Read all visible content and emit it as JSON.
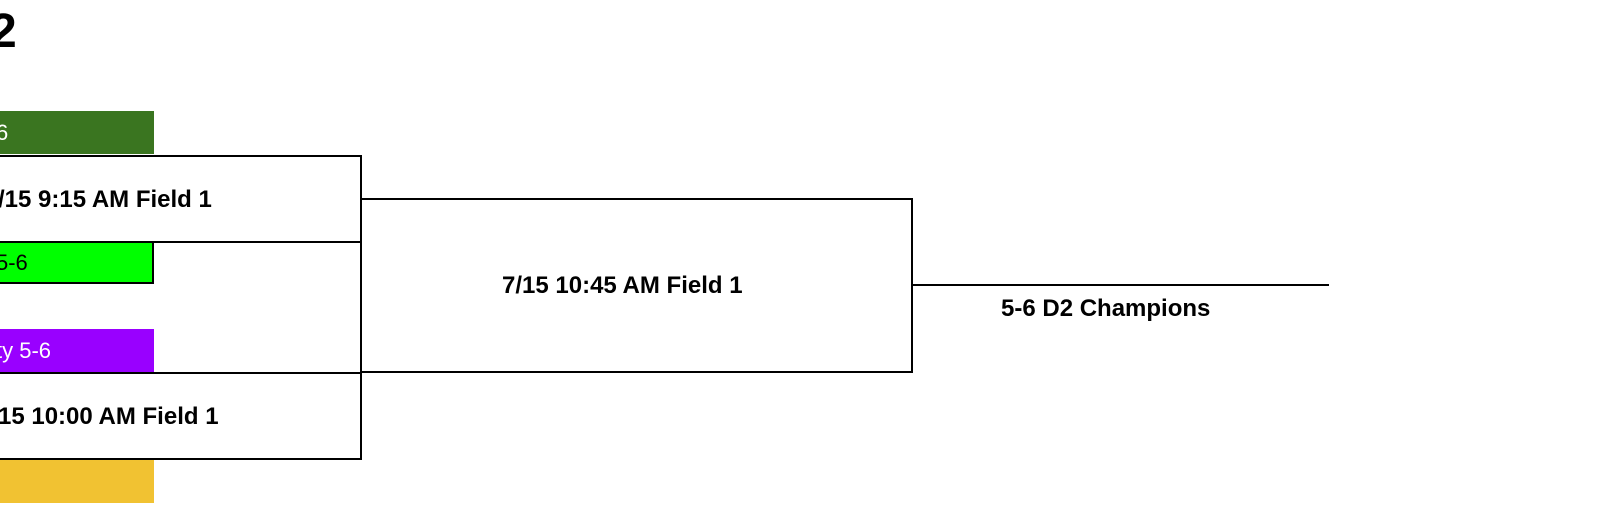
{
  "title": "2",
  "teams": [
    {
      "label": "6",
      "color": "#3a7520",
      "text_color": "#ffffff"
    },
    {
      "label": "5-6",
      "color": "#00ff00",
      "text_color": "#000000"
    },
    {
      "label": "ty 5-6",
      "color": "#9900ff",
      "text_color": "#ffffff"
    },
    {
      "label": "",
      "color": "#f1c232",
      "text_color": "#000000"
    }
  ],
  "games": {
    "semi_1": "/15 9:15 AM Field 1",
    "semi_2": "15 10:00 AM Field 1",
    "final": "7/15 10:45 AM Field 1"
  },
  "champion_label": "5-6 D2 Champions"
}
